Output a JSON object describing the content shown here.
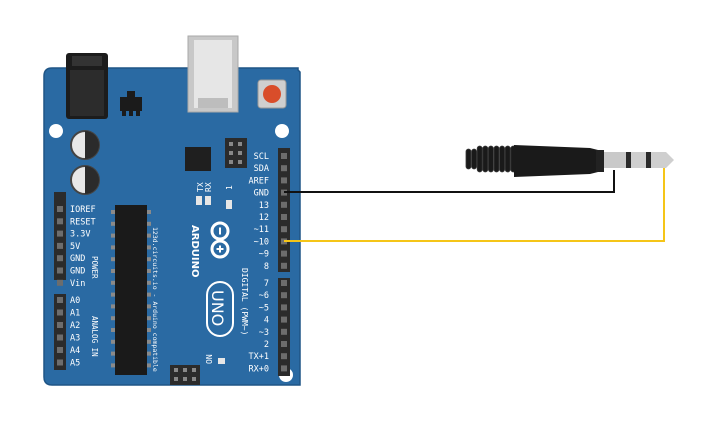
{
  "board": {
    "name": "UNO",
    "brand": "ARDUINO",
    "credit": "123d.circuits.io - Arduino compatible",
    "indicators": {
      "tx": "TX",
      "rx": "RX",
      "l": "1",
      "on": "ON"
    },
    "colors": {
      "board": "#2a6aa3",
      "board_edge": "#1f5586",
      "silk": "#ffffff",
      "header": "#2b2b2b",
      "reset": "#d94d2a"
    },
    "power_group_label": "POWER",
    "analog_group_label": "ANALOG IN",
    "digital_group_label": "DIGITAL (PWM~)",
    "left_pins_top": [
      "IOREF",
      "RESET",
      "3.3V",
      "5V",
      "GND",
      "GND",
      "Vin"
    ],
    "left_pins_bottom": [
      "A0",
      "A1",
      "A2",
      "A3",
      "A4",
      "A5"
    ],
    "right_pins_top": [
      "SCL",
      "SDA",
      "AREF",
      "GND",
      "13",
      "12",
      "~11",
      "~10",
      "~9",
      "8"
    ],
    "right_pins_bottom": [
      "7",
      "~6",
      "~5",
      "4",
      "~3",
      "2",
      "TX+1",
      "RX+0"
    ]
  },
  "jack": {
    "name": "3.5mm audio jack",
    "colors": {
      "body": "#1a1a1a",
      "plug": "#c9c9c9"
    }
  },
  "wires": [
    {
      "name": "ground-wire",
      "from_pin": "GND",
      "to": "jack-sleeve",
      "color": "#111111"
    },
    {
      "name": "signal-wire",
      "from_pin": "~10",
      "to": "jack-tip",
      "color": "#f5c518"
    }
  ]
}
